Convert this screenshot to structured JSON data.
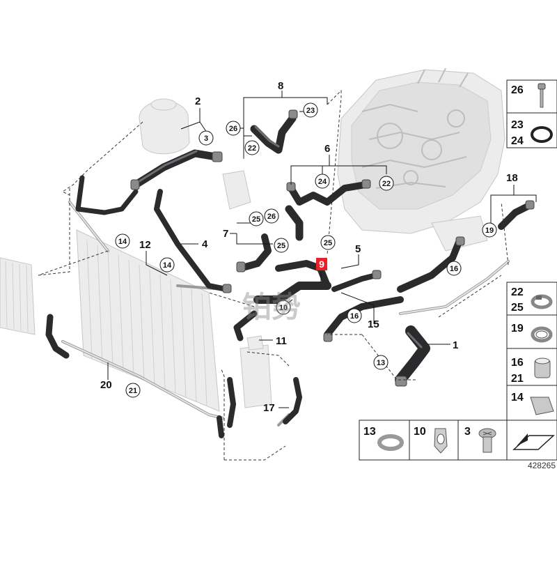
{
  "diagram_number": "428265",
  "watermark": "铂势",
  "callouts": {
    "n1": "1",
    "n2": "2",
    "n3": "3",
    "n4": "4",
    "n5": "5",
    "n6": "6",
    "n7": "7",
    "n8": "8",
    "n9": "9",
    "n10": "10",
    "n11": "11",
    "n12": "12",
    "n13": "13",
    "n14": "14",
    "n15": "15",
    "n16": "16",
    "n17": "17",
    "n18": "18",
    "n19": "19",
    "n20": "20",
    "n21": "21",
    "n22": "22",
    "n23": "23",
    "n24": "24",
    "n25": "25",
    "n26": "26"
  },
  "legend": {
    "l26": "26",
    "l23": "23",
    "l24": "24",
    "l22": "22",
    "l25": "25",
    "l19": "19",
    "l16": "16",
    "l21": "21",
    "l14": "14",
    "l13": "13",
    "l10": "10",
    "l3": "3"
  },
  "highlight_color": "#e8202a",
  "part_color": "#2b2b2d"
}
